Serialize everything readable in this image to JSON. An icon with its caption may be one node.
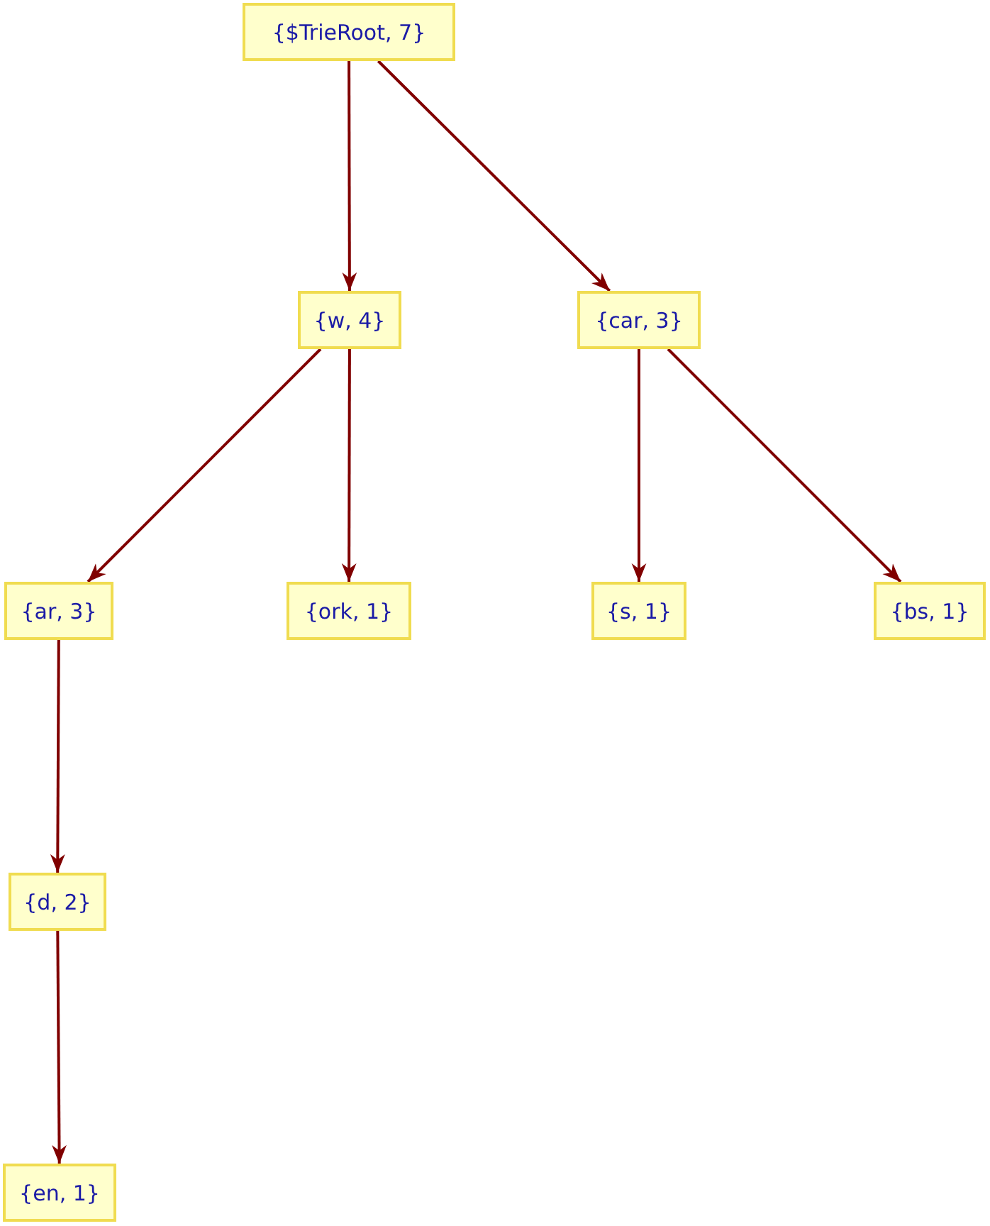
{
  "diagram": {
    "nodes": [
      {
        "text": [
          "{$TrieRoot, 7}"
        ]
      },
      {
        "text": [
          "{w, 4}"
        ]
      },
      {
        "text": [
          "{car, 3}"
        ]
      },
      {
        "text": [
          "{ar, 3}"
        ]
      },
      {
        "text": [
          "{ork, 1}"
        ]
      },
      {
        "text": [
          "{s, 1}"
        ]
      },
      {
        "text": [
          "{bs, 1}"
        ]
      },
      {
        "text": [
          "{d, 2}"
        ]
      },
      {
        "text": [
          "{en, 1}"
        ]
      }
    ],
    "edges": [
      {
        "from": 0,
        "to": 1,
        "arrow": "to"
      },
      {
        "from": 0,
        "to": 2,
        "arrow": "to"
      },
      {
        "from": 1,
        "to": 3,
        "arrow": "to"
      },
      {
        "from": 1,
        "to": 4,
        "arrow": "to"
      },
      {
        "from": 2,
        "to": 5,
        "arrow": "to"
      },
      {
        "from": 2,
        "to": 6,
        "arrow": "to"
      },
      {
        "from": 3,
        "to": 7,
        "arrow": "to"
      },
      {
        "from": 7,
        "to": 8,
        "arrow": "to"
      }
    ]
  }
}
